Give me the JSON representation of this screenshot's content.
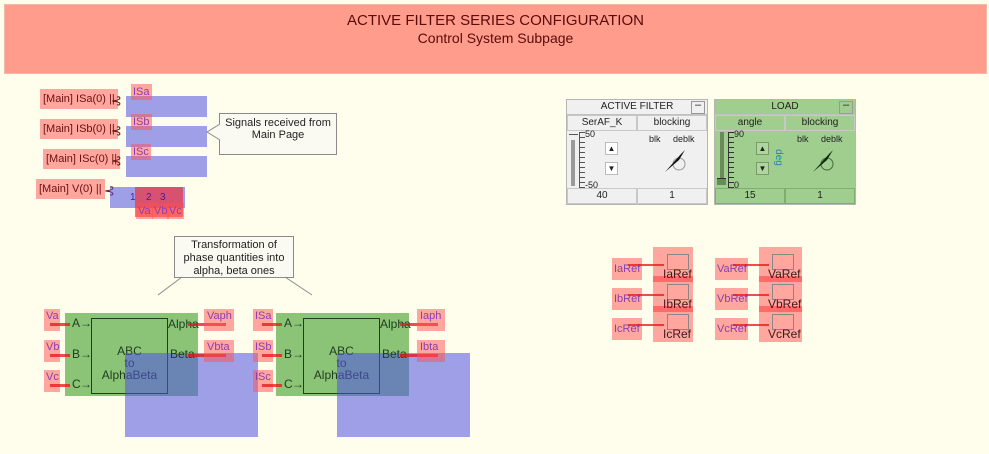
{
  "header": {
    "title": "ACTIVE FILTER SERIES CONFIGURATION",
    "subtitle": "Control System Subpage"
  },
  "imports": [
    {
      "label": "[Main] ISa(0) ||",
      "signal": "ISa"
    },
    {
      "label": "[Main] ISb(0) ||",
      "signal": "ISb"
    },
    {
      "label": "[Main] ISc(0) ||",
      "signal": "ISc"
    },
    {
      "label": "[Main] V(0) ||",
      "channels": [
        "1",
        "2",
        "3"
      ],
      "signals": [
        "Va",
        "Vb",
        "Vc"
      ]
    }
  ],
  "callouts": {
    "signals": "Signals received from Main Page",
    "transform": "Transformation of phase quantities into alpha, beta ones"
  },
  "transforms": [
    {
      "title_lines": [
        "ABC",
        "to",
        "AlphaBeta"
      ],
      "inputs": [
        {
          "signal": "Va",
          "port": "A"
        },
        {
          "signal": "Vb",
          "port": "B"
        },
        {
          "signal": "Vc",
          "port": "C"
        }
      ],
      "outputs": [
        {
          "port": "Alpha",
          "signal": "Vaph"
        },
        {
          "port": "Beta",
          "signal": "Vbta"
        }
      ]
    },
    {
      "title_lines": [
        "ABC",
        "to",
        "AlphaBeta"
      ],
      "inputs": [
        {
          "signal": "ISa",
          "port": "A"
        },
        {
          "signal": "ISb",
          "port": "B"
        },
        {
          "signal": "ISc",
          "port": "C"
        }
      ],
      "outputs": [
        {
          "port": "Alpha",
          "signal": "Iaph"
        },
        {
          "port": "Beta",
          "signal": "Ibta"
        }
      ]
    }
  ],
  "panels": {
    "active_filter": {
      "title": "ACTIVE FILTER",
      "minimize": "–",
      "slider_label": "SerAF_K",
      "slider_max": "50",
      "slider_min": "-50",
      "slider_value": "40",
      "switch_label": "blocking",
      "switch_off": "blk",
      "switch_on": "deblk",
      "switch_value": "1",
      "up": "▲",
      "down": "▼"
    },
    "load": {
      "title": "LOAD",
      "minimize": "–",
      "slider_label": "angle",
      "slider_max": "90",
      "slider_min": "0",
      "slider_unit": "deg",
      "slider_value": "15",
      "switch_label": "blocking",
      "switch_off": "blk",
      "switch_on": "deblk",
      "switch_value": "1",
      "up": "▲",
      "down": "▼"
    }
  },
  "references": {
    "current": [
      {
        "signal": "IaRef",
        "label": "IaRef"
      },
      {
        "signal": "IbRef",
        "label": "IbRef"
      },
      {
        "signal": "IcRef",
        "label": "IcRef"
      }
    ],
    "voltage": [
      {
        "signal": "VaRef",
        "label": "VaRef"
      },
      {
        "signal": "VbRef",
        "label": "VbRef"
      },
      {
        "signal": "VcRef",
        "label": "VcRef"
      }
    ]
  },
  "colors": {
    "header_bg": "#ff9c8c",
    "page_bg": "#fffeec",
    "load_panel_bg": "#9fce8f",
    "filter_panel_bg": "#f0f0f0"
  }
}
